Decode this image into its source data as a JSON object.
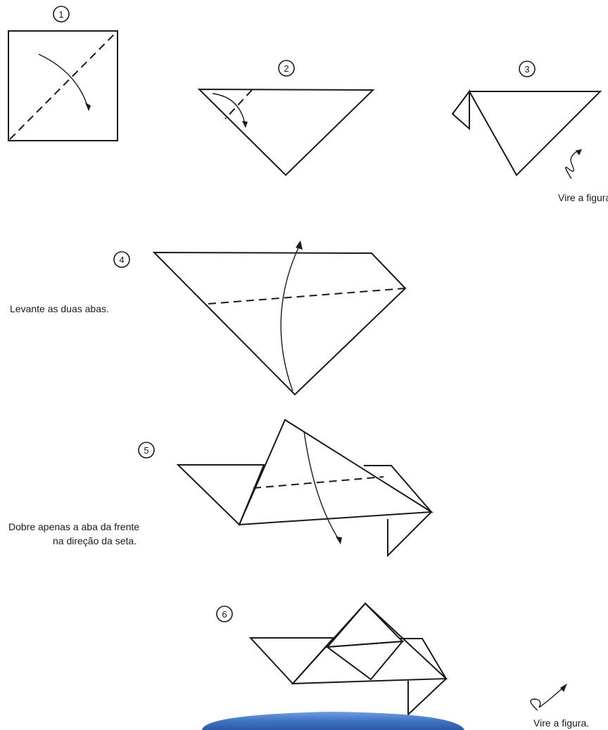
{
  "steps": [
    {
      "number": "1"
    },
    {
      "number": "2"
    },
    {
      "number": "3",
      "caption": "Vire a figura."
    },
    {
      "number": "4",
      "caption": "Levante as duas abas."
    },
    {
      "number": "5",
      "caption_line1": "Dobre apenas a aba da frente",
      "caption_line2": "na direção da seta."
    },
    {
      "number": "6",
      "caption": "Vire a figura."
    }
  ],
  "colors": {
    "ink": "#1a1a1a",
    "background": "#ffffff",
    "footer_band": "#3f74c4"
  }
}
